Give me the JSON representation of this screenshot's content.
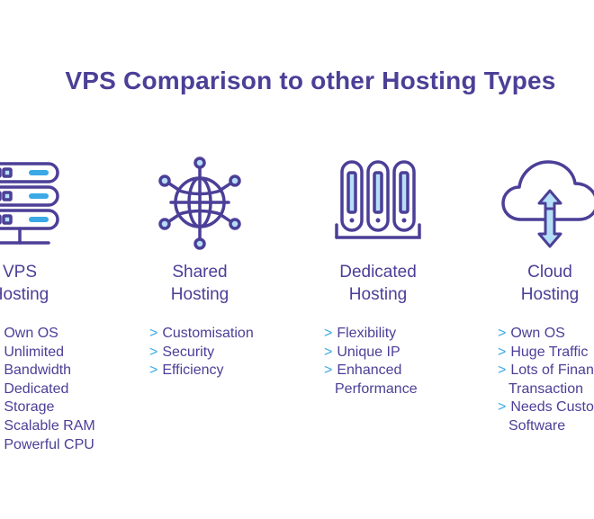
{
  "title": "VPS Comparison to other Hosting Types",
  "columns": [
    {
      "name_lines": [
        "VPS",
        "Hosting"
      ],
      "icon": "server-rack-icon",
      "features": [
        [
          "Own OS"
        ],
        [
          "Unlimited"
        ],
        [
          "Bandwidth"
        ],
        [
          "Dedicated"
        ],
        [
          "Storage"
        ],
        [
          "Scalable RAM"
        ],
        [
          "Powerful CPU"
        ]
      ]
    },
    {
      "name_lines": [
        "Shared",
        "Hosting"
      ],
      "icon": "globe-network-icon",
      "features": [
        [
          "Customisation"
        ],
        [
          "Security"
        ],
        [
          "Efficiency"
        ]
      ]
    },
    {
      "name_lines": [
        "Dedicated",
        "Hosting"
      ],
      "icon": "dedicated-servers-icon",
      "features": [
        [
          "Flexibility"
        ],
        [
          "Unique IP"
        ],
        [
          "Enhanced",
          "Performance"
        ]
      ]
    },
    {
      "name_lines": [
        "Cloud",
        "Hosting"
      ],
      "icon": "cloud-transfer-icon",
      "features": [
        [
          "Own OS"
        ],
        [
          "Huge Traffic"
        ],
        [
          "Lots of Financial",
          "Transaction"
        ],
        [
          "Needs Custom",
          "Software"
        ]
      ]
    }
  ],
  "colors": {
    "primary": "#4b3f97",
    "accent": "#3aa9e6",
    "fill": "#b5dff7"
  }
}
